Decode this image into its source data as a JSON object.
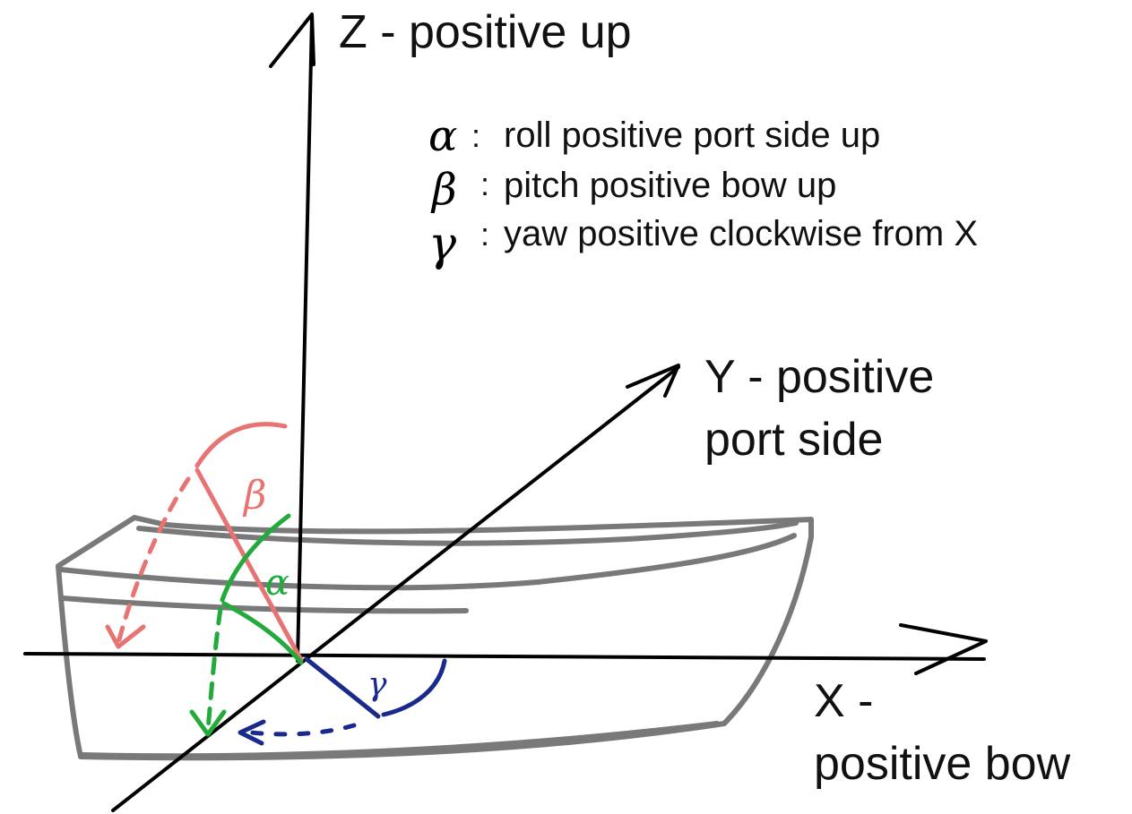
{
  "axes": {
    "z_label": "Z - positive up",
    "y_label_line1": "Y - positive",
    "y_label_line2": "port side",
    "x_label_line1": "X -",
    "x_label_line2": "positive bow"
  },
  "legend": [
    {
      "symbol": "α",
      "colon": ":",
      "text": "roll positive port side up"
    },
    {
      "symbol": "β",
      "colon": ":",
      "text": "pitch positive bow up"
    },
    {
      "symbol": "γ",
      "colon": ":",
      "text": "yaw positive clockwise from X"
    }
  ],
  "angle_marks": {
    "beta": "β",
    "alpha": "α",
    "gamma": "γ"
  },
  "colors": {
    "axis": "#000000",
    "hull": "#6b6b6b",
    "pitch": "#e87373",
    "roll": "#22aa3c",
    "yaw": "#1a2a8c"
  }
}
